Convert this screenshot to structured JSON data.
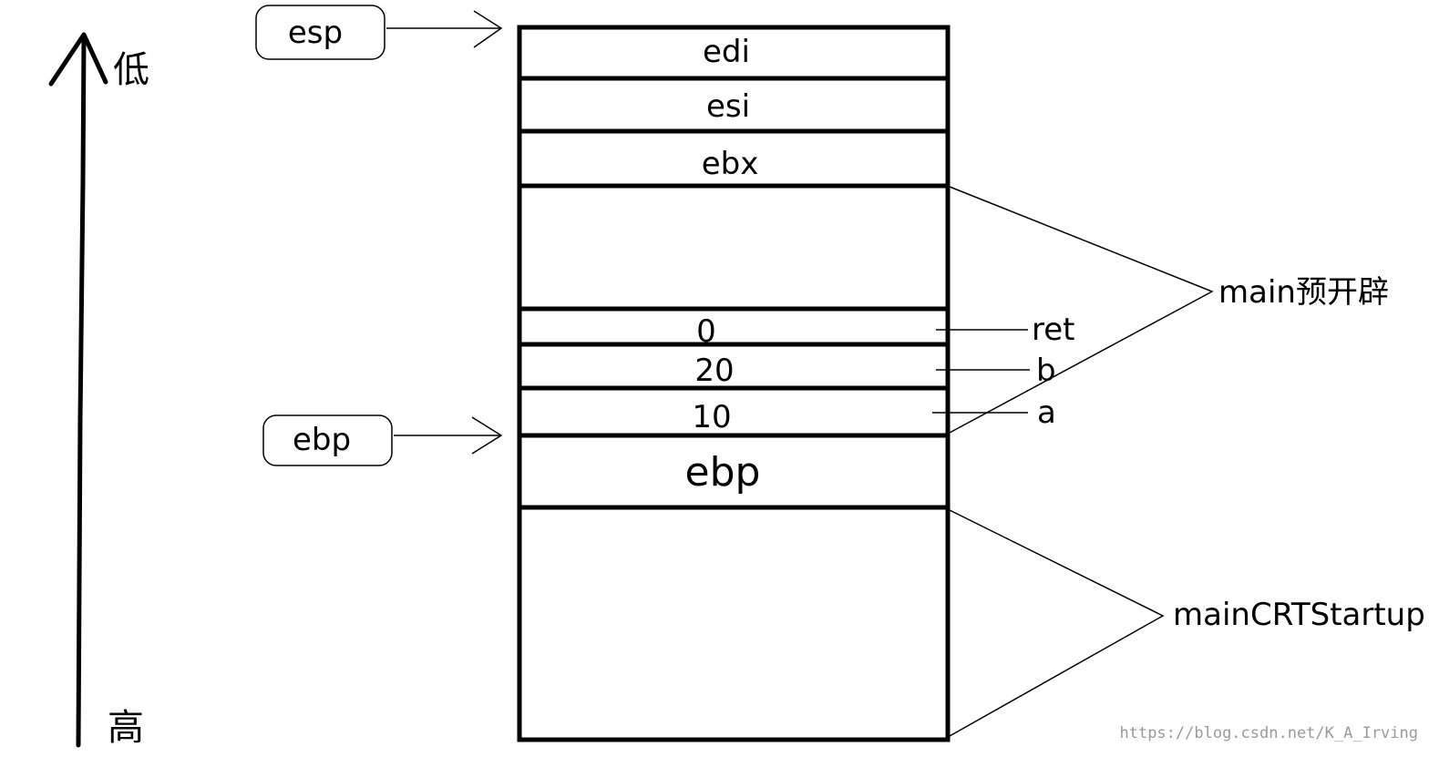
{
  "direction": {
    "low_label": "低",
    "high_label": "高"
  },
  "pointers": {
    "esp": "esp",
    "ebp": "ebp"
  },
  "stack": {
    "cells": [
      {
        "label": "edi"
      },
      {
        "label": "esi"
      },
      {
        "label": "ebx"
      },
      {
        "label": ""
      },
      {
        "label": "0"
      },
      {
        "label": "20"
      },
      {
        "label": "10"
      },
      {
        "label": "ebp"
      },
      {
        "label": ""
      }
    ]
  },
  "variables": {
    "ret": "ret",
    "b": "b",
    "a": "a"
  },
  "regions": {
    "main": "main预开辟",
    "crt": "mainCRTStartup"
  },
  "watermark": "https://blog.csdn.net/K_A_Irving",
  "colors": {
    "ink": "#000000",
    "watermark": "#9a9a9a"
  }
}
